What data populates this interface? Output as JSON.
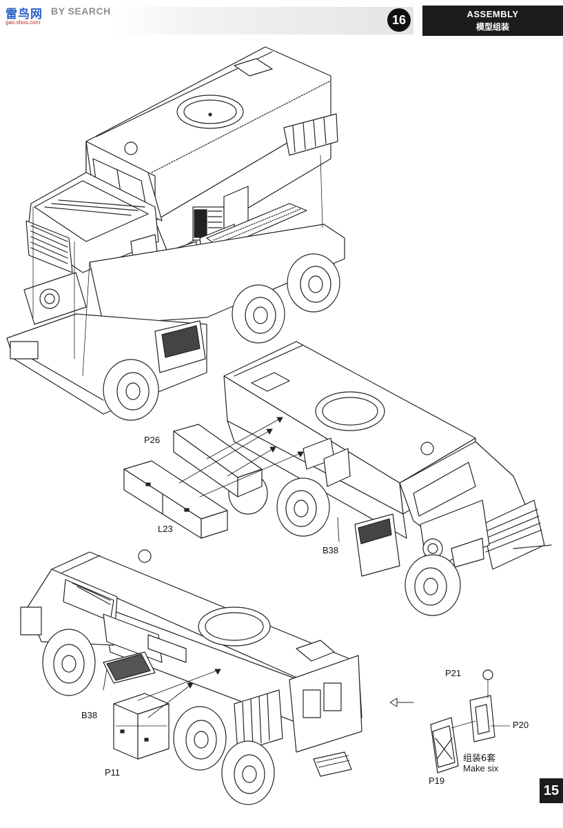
{
  "watermark": {
    "cn": "雷鸟网",
    "en": "BY SEARCH",
    "url": "gao.shou.com"
  },
  "header": {
    "step_number": "16",
    "title_en": "ASSEMBLY",
    "title_cn": "模型组装"
  },
  "part_labels": {
    "p26": "P26",
    "l23": "L23",
    "b38_top": "B38",
    "b38_bottom": "B38",
    "p11": "P11",
    "p21": "P21",
    "p20": "P20",
    "p19": "P19"
  },
  "instruction": {
    "cn": "组装6套",
    "en": "Make six"
  },
  "page_number": "15"
}
